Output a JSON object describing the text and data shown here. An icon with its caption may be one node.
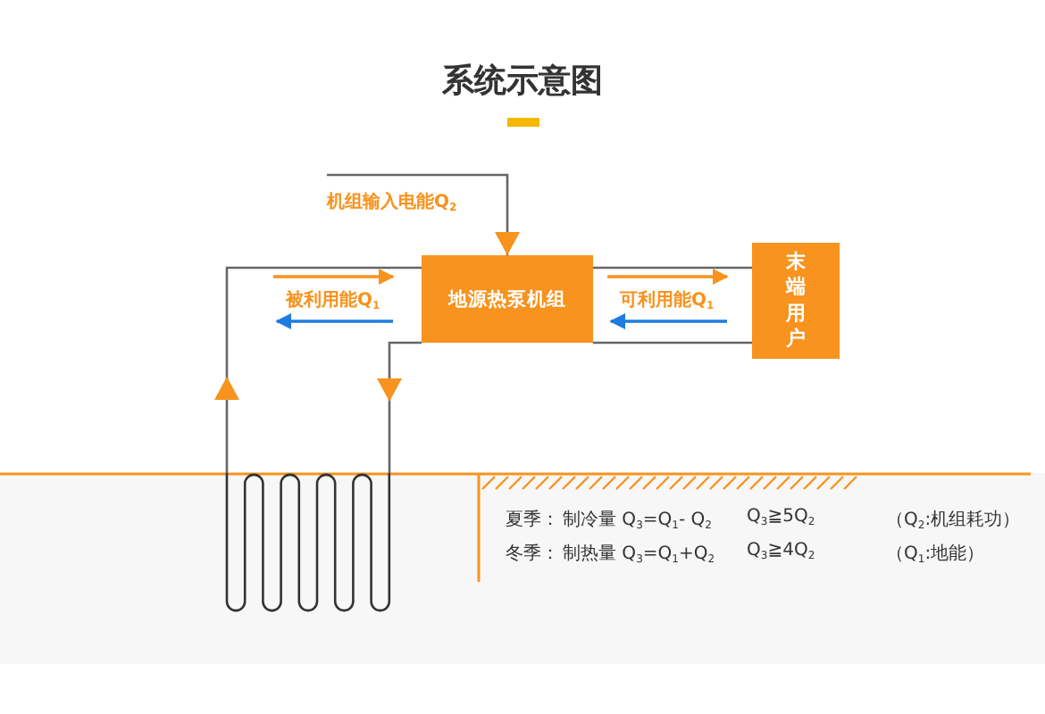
{
  "diagram": {
    "title": "系统示意图",
    "nodes": [
      {
        "text": [
          "地源热泵机组"
        ]
      },
      {
        "text": [
          "末端用户"
        ]
      },
      {
        "text": [],
        "shape": "coil"
      }
    ],
    "edges": [
      {
        "from": null,
        "to": 0,
        "arrow": "to",
        "label": "机组输入电能Q$_{2}$"
      },
      {
        "from": 2,
        "to": 0,
        "arrow": "to"
      },
      {
        "from": 0,
        "to": 2,
        "arrow": "to"
      },
      {
        "from": 0,
        "to": 1,
        "arrow": "none"
      },
      {
        "from": 0,
        "to": 1,
        "arrow": "none"
      }
    ],
    "labels": [
      "被利用能Q$_{1}$",
      "可利用能Q$_{1}$",
      "夏季：",
      "制冷量 Q$_{3}$=Q$_{1}$- Q$_{2}$",
      "Q$_{3}$≧5Q$_{2}$",
      "（Q$_{2}$:机组耗功）",
      "冬季：",
      "制热量 Q$_{3}$=Q$_{1}$+Q$_{2}$",
      "Q$_{3}$≧4Q$_{2}$",
      "（Q$_{1}$:地能）"
    ]
  }
}
